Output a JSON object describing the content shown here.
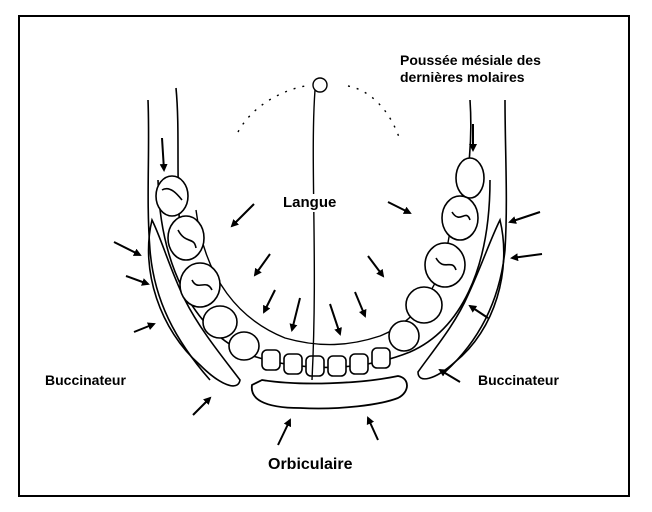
{
  "labels": {
    "poussee_line1": "Poussée mésiale des",
    "poussee_line2": "dernières molaires",
    "langue": "Langue",
    "buccinateur_left": "Buccinateur",
    "buccinateur_right": "Buccinateur",
    "orbiculaire": "Orbiculaire"
  }
}
